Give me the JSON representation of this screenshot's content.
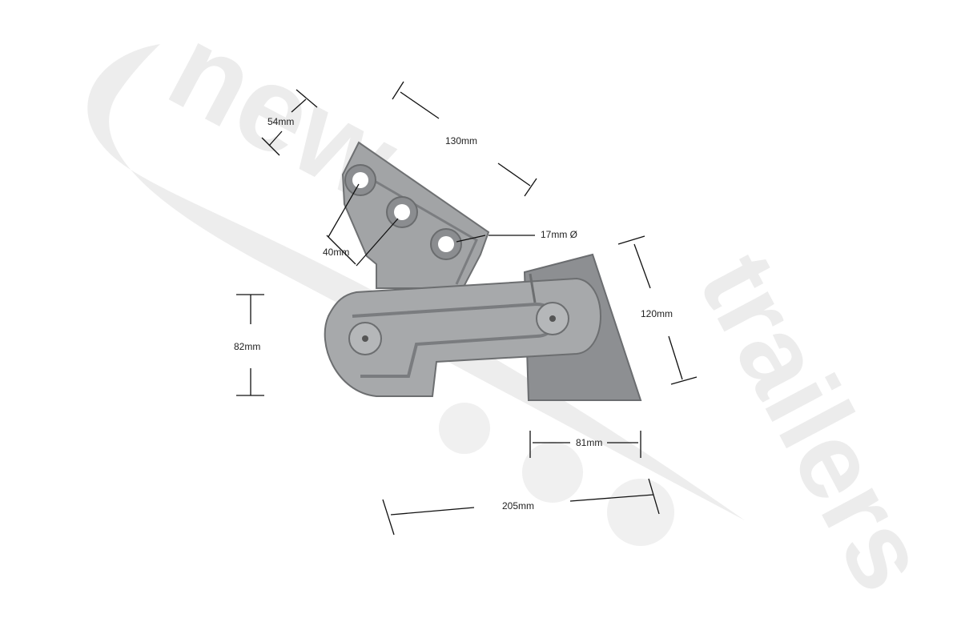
{
  "watermark": {
    "brand": "new trailers",
    "word_primary": "new",
    "word_secondary": "trailers"
  },
  "product": {
    "name": "tensioner-bracket",
    "finish_color": "#9a9c9e"
  },
  "dimensions": {
    "width_top": "54mm",
    "length_top": "130mm",
    "hole_pitch": "40mm",
    "hole_diameter": "17mm Ø",
    "height_left": "82mm",
    "height_right": "120mm",
    "base_plate": "81mm",
    "overall_length": "205mm"
  },
  "colors": {
    "watermark": "#ececec",
    "dimension_line": "#111111"
  }
}
